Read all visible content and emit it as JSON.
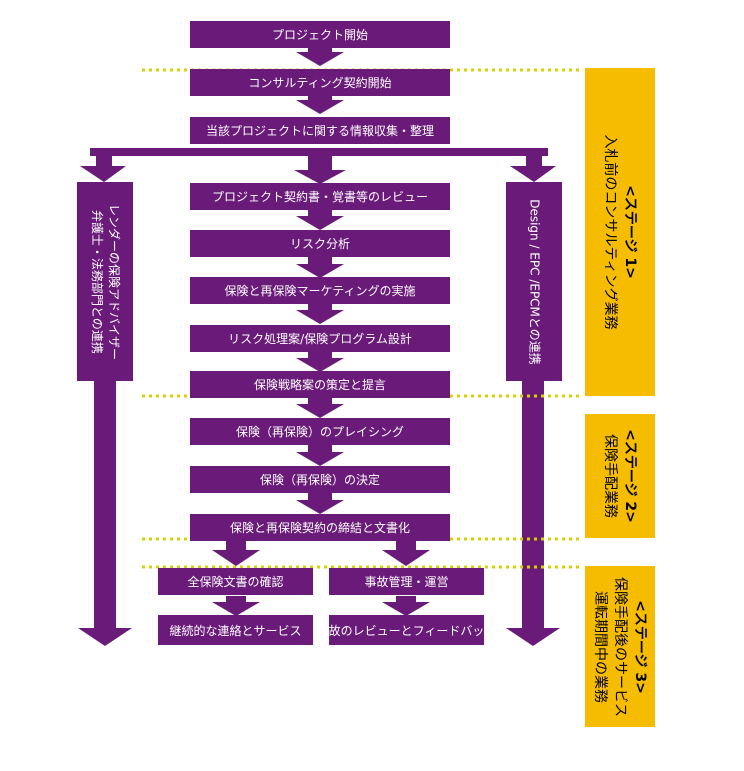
{
  "flow": {
    "start": "プロジェクト開始",
    "consulting": "コンサルティング契約開始",
    "info": "当該プロジェクトに関する情報収集・整理",
    "review": "プロジェクト契約書・覚書等のレビュー",
    "risk": "リスク分析",
    "marketing": "保険と再保険マーケティングの実施",
    "program": "リスク処理案/保険プログラム設計",
    "strategy": "保険戦略案の策定と提言",
    "placing": "保険（再保険）のプレイシング",
    "decision": "保険（再保険）の決定",
    "contract": "保険と再保険契約の締結と文書化",
    "docs_check": "全保険文書の確認",
    "accident_mgmt": "事故管理・運営",
    "liaison": "継続的な連絡とサービス",
    "accident_review": "事故のレビューとフィードバック"
  },
  "left_bar": {
    "line1": "レンダーの保険アドバイザー",
    "line2": "弁護士・法務部門との連携"
  },
  "right_bar": {
    "line1": "Design / EPC /EPCMとの連携"
  },
  "stages": {
    "s1_title": "<ステージ 1>",
    "s1_sub": "入札前のコンサルティング業務",
    "s2_title": "<ステージ 2>",
    "s2_sub": "保険手配業務",
    "s3_title": "<ステージ 3>",
    "s3_sub1": "保険手配後のサービス",
    "s3_sub2": "運転期間中の業務"
  },
  "colors": {
    "purple": "#6a1b7a",
    "gold": "#f6bd00",
    "divider": "#d8d000"
  }
}
